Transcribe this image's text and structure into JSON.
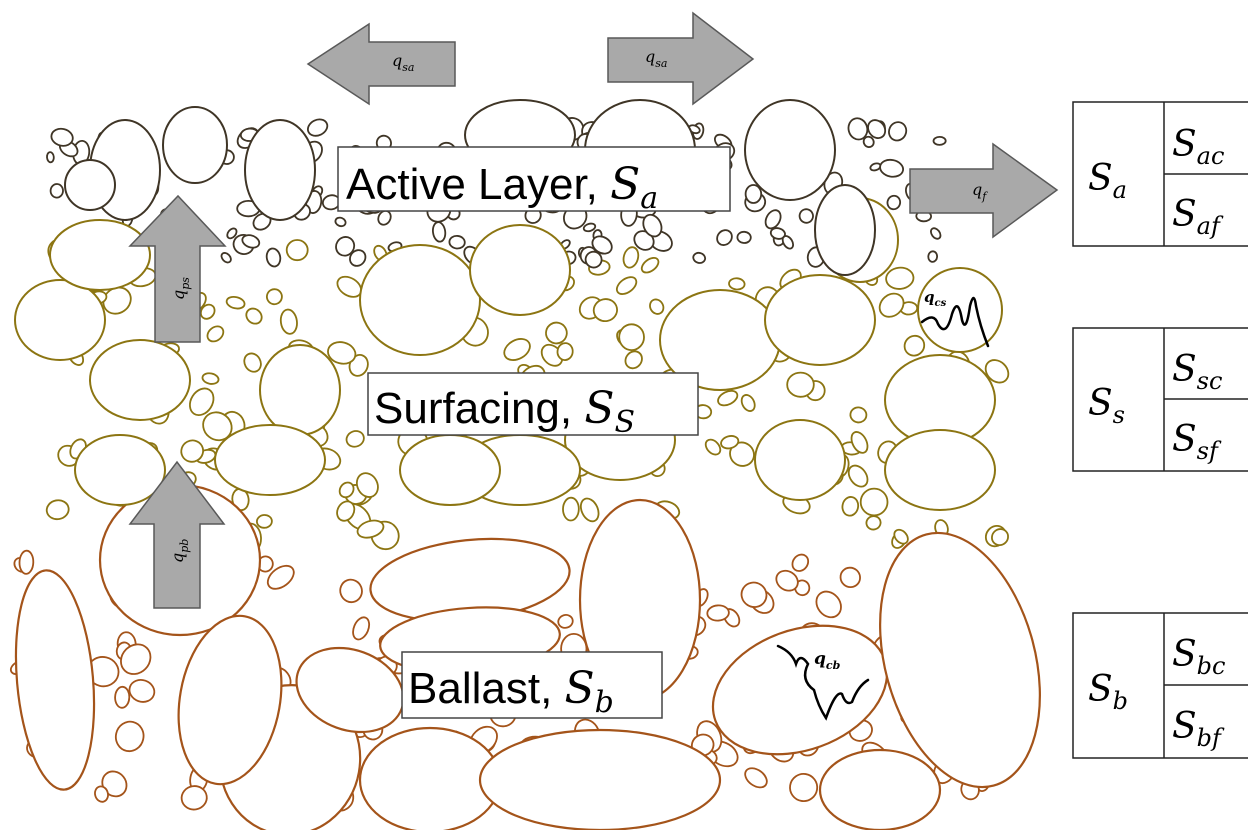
{
  "layers": [
    {
      "key": "active",
      "label": "Active Layer, ",
      "symbol": "S",
      "sub": "a",
      "color": "#3f3526"
    },
    {
      "key": "surfacing",
      "label": "Surfacing, ",
      "symbol": "S",
      "sub": "S",
      "color": "#8c7512"
    },
    {
      "key": "ballast",
      "label": "Ballast, ",
      "symbol": "S",
      "sub": "b",
      "color": "#a4541a"
    }
  ],
  "fluxes": [
    {
      "key": "qsa_left",
      "sym": "q",
      "sub": "sa",
      "direction": "left"
    },
    {
      "key": "qsa_right",
      "sym": "q",
      "sub": "sa",
      "direction": "right"
    },
    {
      "key": "qf",
      "sym": "q",
      "sub": "f",
      "direction": "right"
    },
    {
      "key": "qps",
      "sym": "q",
      "sub": "ps",
      "direction": "up"
    },
    {
      "key": "qpb",
      "sym": "q",
      "sub": "pb",
      "direction": "up"
    },
    {
      "key": "qcs",
      "sym": "q",
      "sub": "cs",
      "style": "crack"
    },
    {
      "key": "qcb",
      "sym": "q",
      "sub": "cb",
      "style": "crack"
    }
  ],
  "storage_boxes": [
    {
      "key": "a",
      "main": "S",
      "main_sub": "a",
      "coarse": "S",
      "coarse_sub": "ac",
      "fine": "S",
      "fine_sub": "af"
    },
    {
      "key": "s",
      "main": "S",
      "main_sub": "s",
      "coarse": "S",
      "coarse_sub": "sc",
      "fine": "S",
      "fine_sub": "sf"
    },
    {
      "key": "b",
      "main": "S",
      "main_sub": "b",
      "coarse": "S",
      "coarse_sub": "bc",
      "fine": "S",
      "fine_sub": "bf"
    }
  ],
  "colors": {
    "arrow_fill": "#a9a9a9",
    "arrow_stroke": "#595959",
    "box_stroke": "#222222"
  }
}
